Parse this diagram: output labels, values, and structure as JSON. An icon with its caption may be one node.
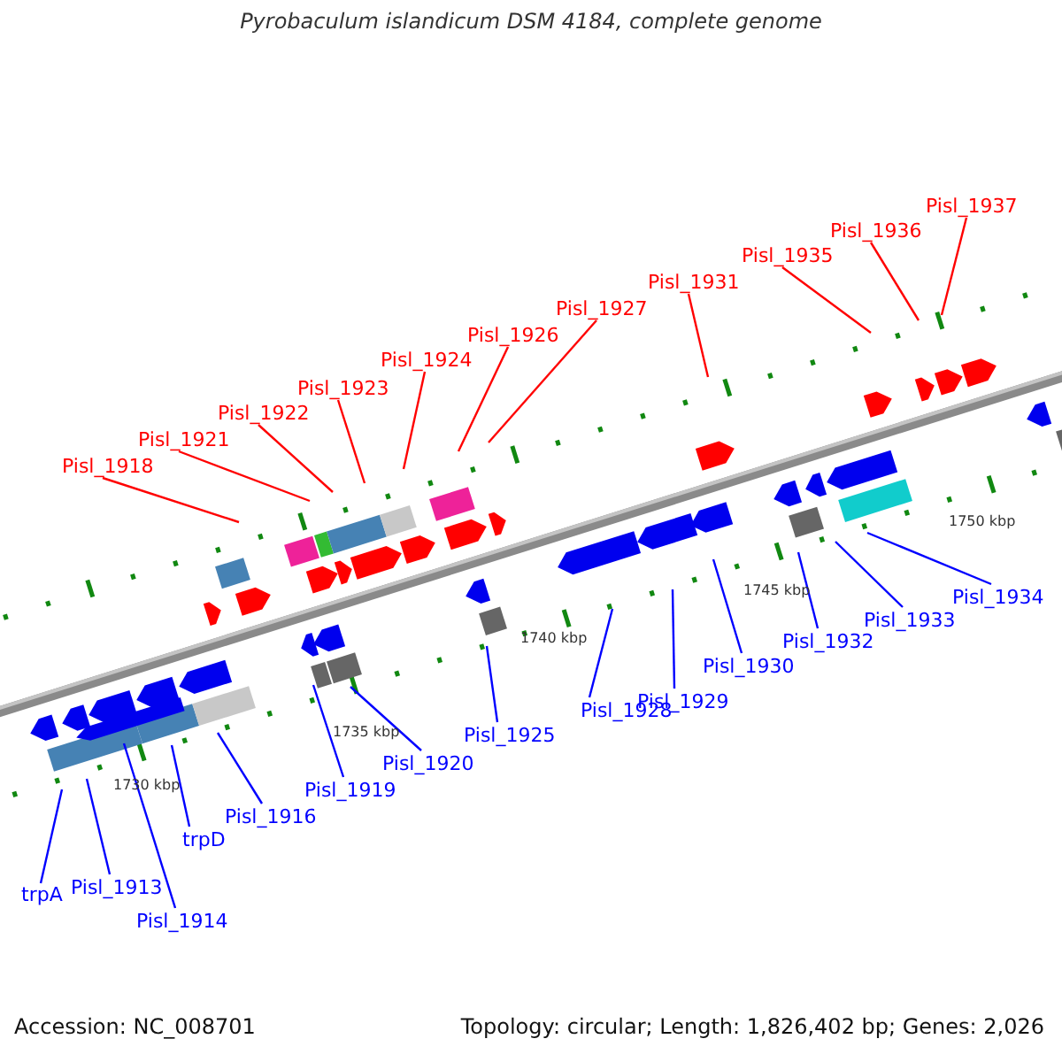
{
  "diagram": {
    "title": "Pyrobaculum islandicum DSM 4184, complete genome",
    "nodes": [
      {
        "text": [
          "Pisl_1918"
        ]
      },
      {
        "text": [
          "Pisl_1921"
        ]
      },
      {
        "text": [
          "Pisl_1922"
        ]
      },
      {
        "text": [
          "Pisl_1923"
        ]
      },
      {
        "text": [
          "Pisl_1924"
        ]
      },
      {
        "text": [
          "Pisl_1926"
        ]
      },
      {
        "text": [
          "Pisl_1927"
        ]
      },
      {
        "text": [
          "Pisl_1931"
        ]
      },
      {
        "text": [
          "Pisl_1935"
        ]
      },
      {
        "text": [
          "Pisl_1936"
        ]
      },
      {
        "text": [
          "Pisl_1937"
        ]
      },
      {
        "text": [
          "trpA"
        ]
      },
      {
        "text": [
          "Pisl_1913"
        ]
      },
      {
        "text": [
          "Pisl_1914"
        ]
      },
      {
        "text": [
          "trpD"
        ]
      },
      {
        "text": [
          "Pisl_1916"
        ]
      },
      {
        "text": [
          "Pisl_1919"
        ]
      },
      {
        "text": [
          "Pisl_1920"
        ]
      },
      {
        "text": [
          "Pisl_1925"
        ]
      },
      {
        "text": [
          "Pisl_1928"
        ]
      },
      {
        "text": [
          "Pisl_1929"
        ]
      },
      {
        "text": [
          "Pisl_1930"
        ]
      },
      {
        "text": [
          "Pisl_1932"
        ]
      },
      {
        "text": [
          "Pisl_1933"
        ]
      },
      {
        "text": [
          "Pisl_1934"
        ]
      }
    ],
    "edges": [
      {
        "from": 0,
        "to": null,
        "arrow": "none",
        "color": "#ff0000"
      },
      {
        "from": 1,
        "to": null,
        "arrow": "none",
        "color": "#ff0000"
      },
      {
        "from": 2,
        "to": null,
        "arrow": "none",
        "color": "#ff0000"
      },
      {
        "from": 3,
        "to": null,
        "arrow": "none",
        "color": "#ff0000"
      },
      {
        "from": 4,
        "to": null,
        "arrow": "none",
        "color": "#ff0000"
      },
      {
        "from": 5,
        "to": null,
        "arrow": "none",
        "color": "#ff0000"
      },
      {
        "from": 6,
        "to": null,
        "arrow": "none",
        "color": "#ff0000"
      },
      {
        "from": 7,
        "to": null,
        "arrow": "none",
        "color": "#ff0000"
      },
      {
        "from": 8,
        "to": null,
        "arrow": "none",
        "color": "#ff0000"
      },
      {
        "from": 9,
        "to": null,
        "arrow": "none",
        "color": "#ff0000"
      },
      {
        "from": 10,
        "to": null,
        "arrow": "none",
        "color": "#ff0000"
      },
      {
        "from": 11,
        "to": null,
        "arrow": "none"
      },
      {
        "from": 12,
        "to": null,
        "arrow": "none"
      },
      {
        "from": 13,
        "to": null,
        "arrow": "none"
      },
      {
        "from": 14,
        "to": null,
        "arrow": "none"
      },
      {
        "from": 15,
        "to": null,
        "arrow": "none"
      },
      {
        "from": 16,
        "to": null,
        "arrow": "none"
      },
      {
        "from": 17,
        "to": null,
        "arrow": "none"
      },
      {
        "from": 18,
        "to": null,
        "arrow": "none"
      },
      {
        "from": 19,
        "to": null,
        "arrow": "none"
      },
      {
        "from": 20,
        "to": null,
        "arrow": "none"
      },
      {
        "from": 21,
        "to": null,
        "arrow": "none"
      },
      {
        "from": 22,
        "to": null,
        "arrow": "none"
      },
      {
        "from": 23,
        "to": null,
        "arrow": "none"
      },
      {
        "from": 24,
        "to": null,
        "arrow": "none"
      }
    ],
    "labels": [
      "1750 kbp",
      "1745 kbp",
      "1740 kbp",
      "1735 kbp",
      "1730 kbp",
      "Accession: NC_008701",
      "Topology: circular; Length: 1,826,402 bp; Genes: 2,026"
    ]
  }
}
